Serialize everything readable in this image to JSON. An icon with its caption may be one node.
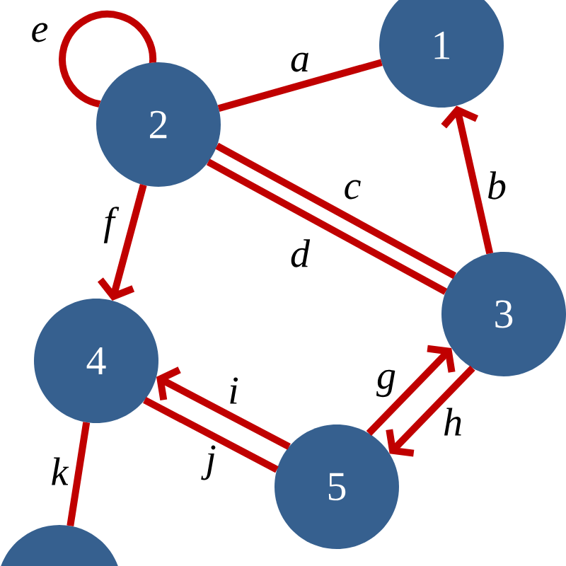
{
  "diagram": {
    "nodes": [
      {
        "text": [
          "1"
        ]
      },
      {
        "text": [
          "2"
        ]
      },
      {
        "text": [
          "3"
        ]
      },
      {
        "text": [
          "4"
        ]
      },
      {
        "text": [
          "5"
        ]
      },
      {
        "text": [],
        "shape": "circle"
      }
    ],
    "edges": [
      {
        "from": 1,
        "to": 0,
        "arrow": "none",
        "label": "a"
      },
      {
        "from": 2,
        "to": 0,
        "arrow": "to",
        "label": "b"
      },
      {
        "from": 1,
        "to": 2,
        "arrow": "none",
        "label": "c"
      },
      {
        "from": 1,
        "to": 2,
        "arrow": "none",
        "label": "d"
      },
      {
        "from": 1,
        "to": 1,
        "arrow": "none",
        "label": "e"
      },
      {
        "from": 1,
        "to": 3,
        "arrow": "to",
        "label": "f"
      },
      {
        "from": 4,
        "to": 2,
        "arrow": "to",
        "label": "g"
      },
      {
        "from": 2,
        "to": 4,
        "arrow": "to",
        "label": "h"
      },
      {
        "from": 4,
        "to": 3,
        "arrow": "to",
        "label": "i"
      },
      {
        "from": 3,
        "to": 4,
        "arrow": "none",
        "label": "j"
      },
      {
        "from": 3,
        "to": 5,
        "arrow": "none",
        "label": "k"
      }
    ]
  }
}
